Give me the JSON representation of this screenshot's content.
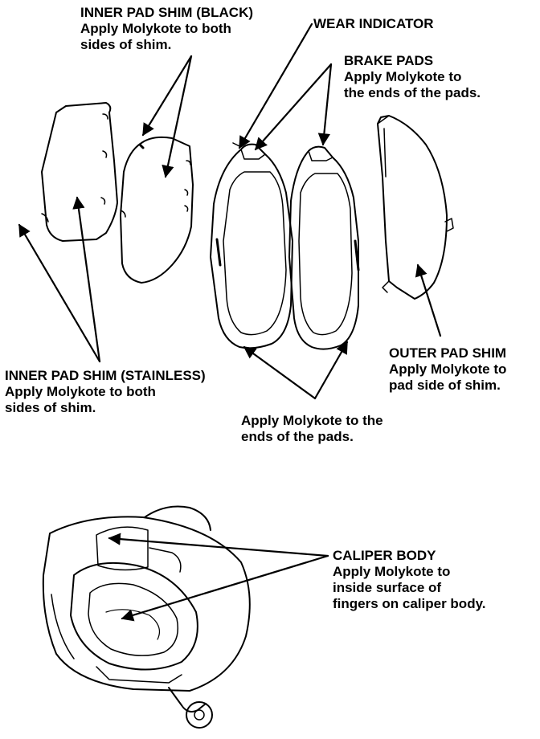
{
  "labels": {
    "inner_shim_black": {
      "title": "INNER PAD SHIM (BLACK)",
      "line1": "Apply Molykote to both",
      "line2": "sides of shim."
    },
    "wear_indicator": {
      "title": "WEAR INDICATOR"
    },
    "brake_pads": {
      "title": "BRAKE PADS",
      "line1": "Apply Molykote to",
      "line2": "the ends of the pads."
    },
    "inner_shim_stainless": {
      "title": "INNER PAD SHIM (STAINLESS)",
      "line1": "Apply Molykote to both",
      "line2": "sides of shim."
    },
    "outer_shim": {
      "title": "OUTER PAD SHIM",
      "line1": "Apply Molykote to",
      "line2": "pad side of shim."
    },
    "pad_ends": {
      "line1": "Apply Molykote to the",
      "line2": "ends of the pads."
    },
    "caliper_body": {
      "title": "CALIPER BODY",
      "line1": "Apply Molykote to",
      "line2": "inside surface of",
      "line3": "fingers on caliper body."
    }
  },
  "colors": {
    "ink": "#000000",
    "paper": "#ffffff"
  }
}
